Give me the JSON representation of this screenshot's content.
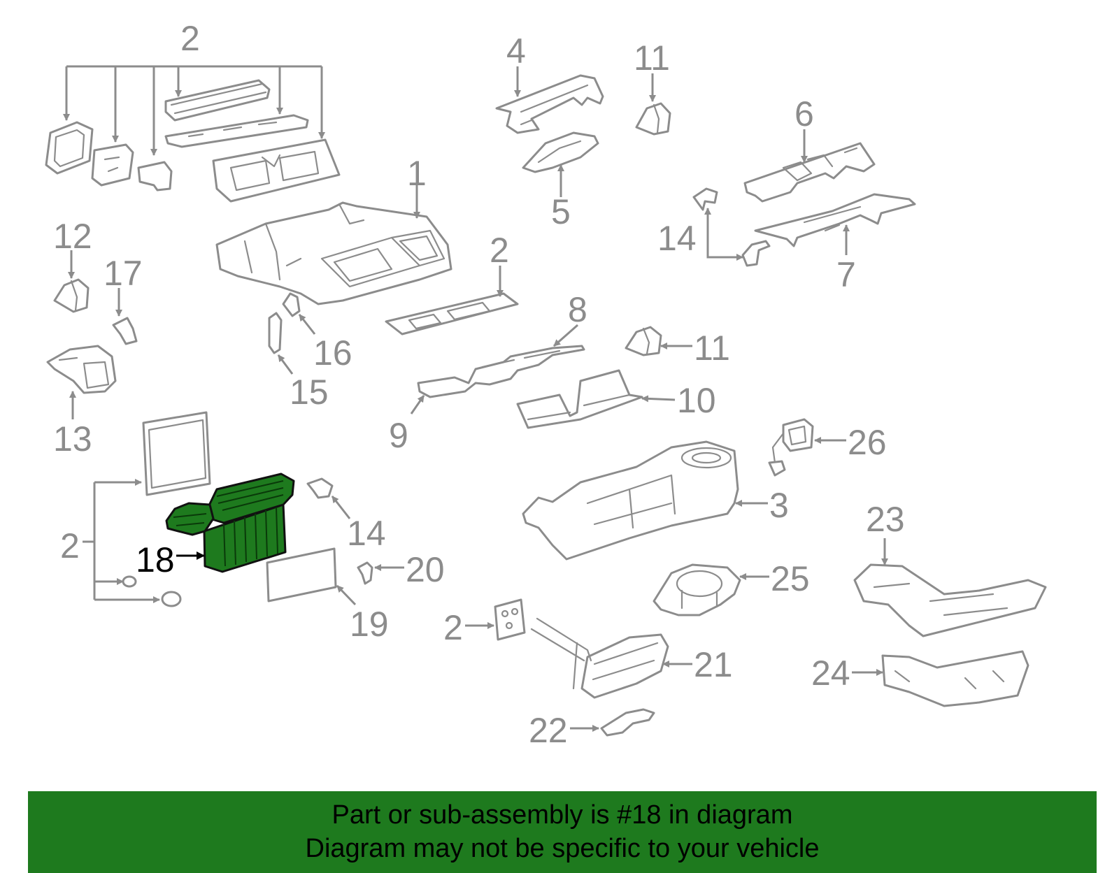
{
  "diagram": {
    "callouts": [
      "1",
      "2",
      "2",
      "2",
      "2",
      "3",
      "4",
      "5",
      "6",
      "7",
      "8",
      "9",
      "10",
      "11",
      "11",
      "12",
      "13",
      "14",
      "14",
      "15",
      "16",
      "17",
      "18",
      "19",
      "20",
      "21",
      "22",
      "23",
      "24",
      "25",
      "26"
    ],
    "highlighted_part": "18",
    "colors": {
      "highlight": "#1e7a1e",
      "line": "#8c8c8c",
      "banner": "#1e7a1e"
    }
  },
  "banner": {
    "line1": "Part or sub-assembly is #18 in diagram",
    "line2": "Diagram may not be specific to your vehicle"
  }
}
